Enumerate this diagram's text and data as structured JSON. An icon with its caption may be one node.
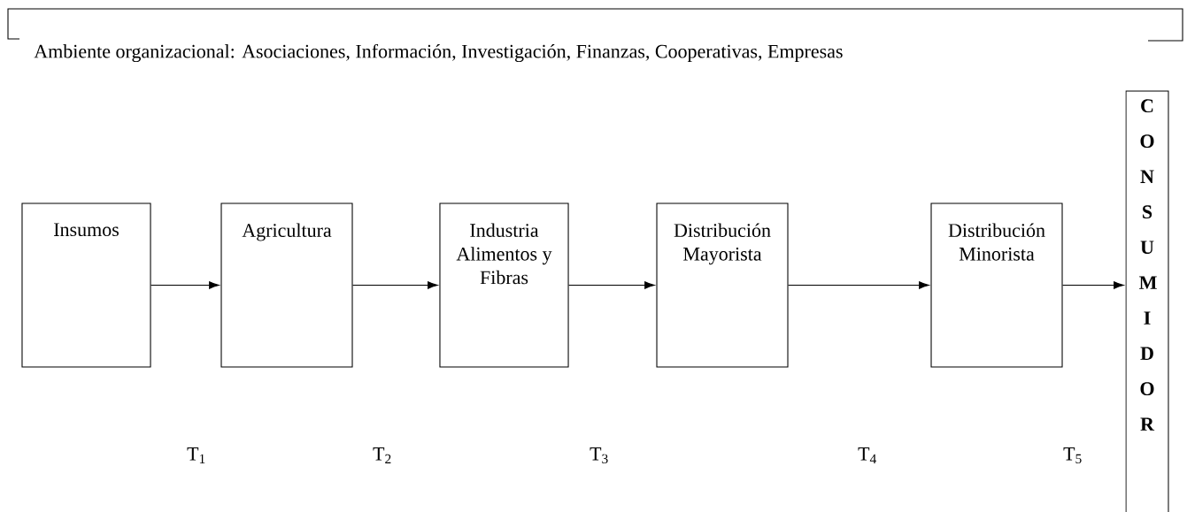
{
  "diagram": {
    "nodes": [
      {
        "text": [
          "Insumos"
        ]
      },
      {
        "text": [
          "Agricultura"
        ]
      },
      {
        "text": [
          "Industria Alimentos y Fibras"
        ]
      },
      {
        "text": [
          "Distribución Mayorista"
        ]
      },
      {
        "text": [
          "Distribución Minorista"
        ]
      },
      {
        "text": [
          "C O N S U M I D O R"
        ]
      }
    ],
    "edges": [
      {
        "from": 0,
        "to": 1,
        "arrow": "to"
      },
      {
        "from": 1,
        "to": 2,
        "arrow": "to"
      },
      {
        "from": 2,
        "to": 3,
        "arrow": "to"
      },
      {
        "from": 3,
        "to": 4,
        "arrow": "to"
      },
      {
        "from": 4,
        "to": 5,
        "arrow": "to"
      }
    ],
    "labels": [
      "Ambiente organizacional: Asociaciones, Información, Investigación, Finanzas, Cooperativas, Empresas",
      "T$_{1}$",
      "T$_{2}$",
      "T$_{3}$",
      "T$_{4}$",
      "T$_{5}$"
    ]
  }
}
